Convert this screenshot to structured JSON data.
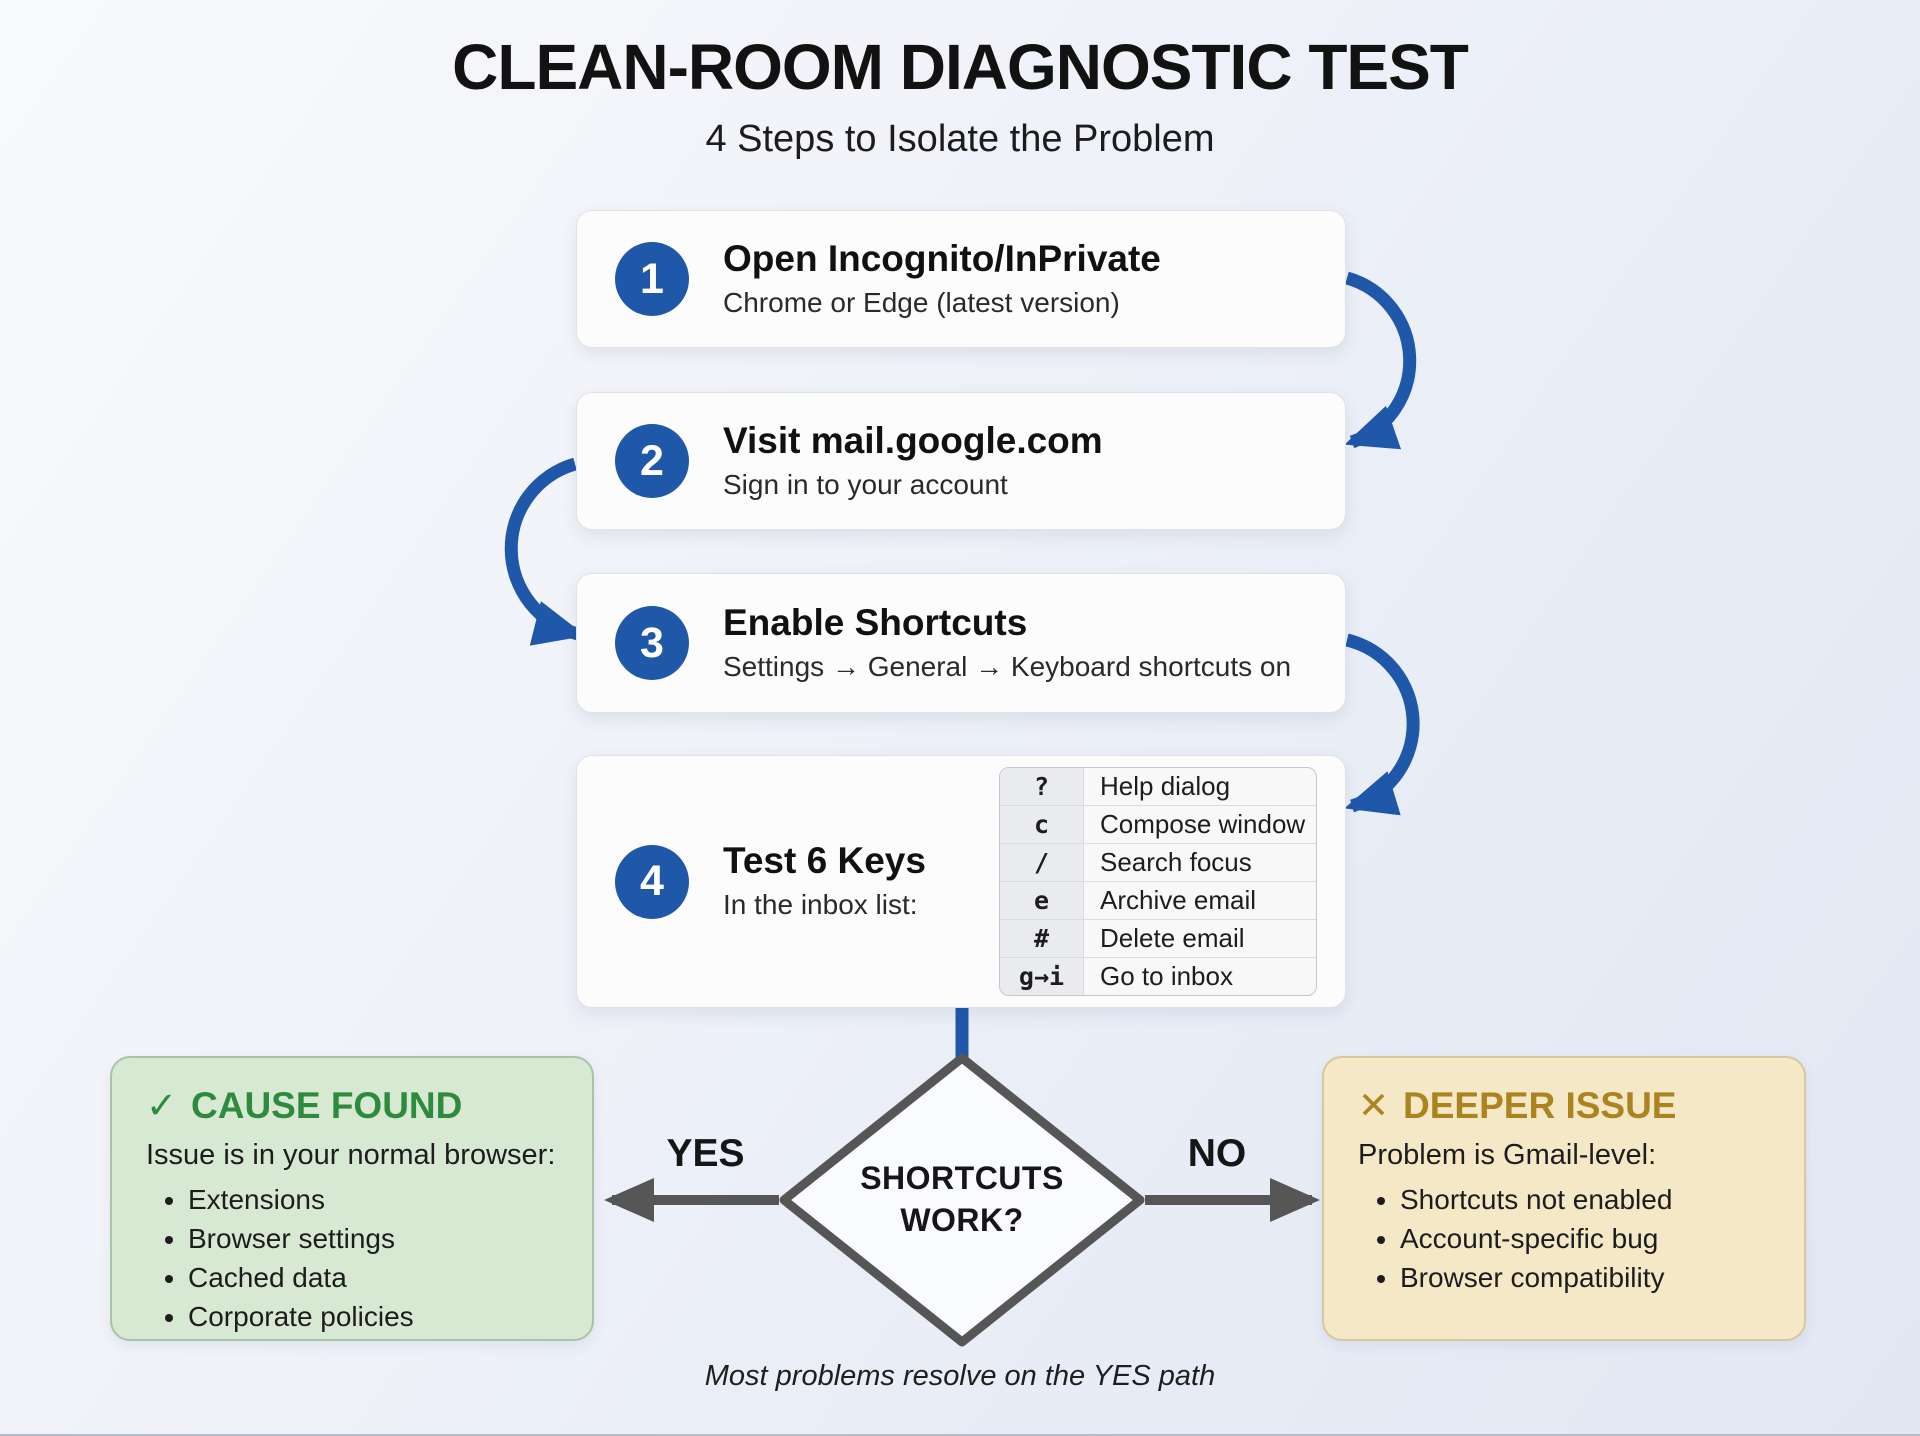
{
  "header": {
    "title": "CLEAN-ROOM DIAGNOSTIC TEST",
    "subtitle": "4 Steps to Isolate the Problem"
  },
  "steps": [
    {
      "number": "1",
      "title": "Open Incognito/InPrivate",
      "subtitle": "Chrome or Edge (latest version)"
    },
    {
      "number": "2",
      "title": "Visit mail.google.com",
      "subtitle": "Sign in to your account"
    },
    {
      "number": "3",
      "title": "Enable Shortcuts",
      "subtitle": "Settings → General → Keyboard shortcuts on"
    },
    {
      "number": "4",
      "title": "Test 6 Keys",
      "subtitle": "In the inbox list:"
    }
  ],
  "shortcut_table": {
    "rows": [
      {
        "key": "?",
        "action": "Help dialog"
      },
      {
        "key": "c",
        "action": "Compose window"
      },
      {
        "key": "/",
        "action": "Search focus"
      },
      {
        "key": "e",
        "action": "Archive email"
      },
      {
        "key": "#",
        "action": "Delete email"
      },
      {
        "key": "g→i",
        "action": "Go to inbox"
      }
    ]
  },
  "decision": {
    "line1": "SHORTCUTS",
    "line2": "WORK?",
    "yes_label": "YES",
    "no_label": "NO"
  },
  "outcomes": {
    "yes": {
      "icon": "✓",
      "heading": "CAUSE FOUND",
      "lead": "Issue is in your normal browser:",
      "bullets": [
        "Extensions",
        "Browser settings",
        "Cached data",
        "Corporate policies"
      ]
    },
    "no": {
      "icon": "✕",
      "heading": "DEEPER ISSUE",
      "lead": "Problem is Gmail-level:",
      "bullets": [
        "Shortcuts not enabled",
        "Account-specific bug",
        "Browser compatibility"
      ]
    }
  },
  "footnote": "Most problems resolve on the YES path",
  "colors": {
    "accent_blue": "#1f57a9",
    "connector_gray": "#565656",
    "green_heading": "#2e8b3d",
    "gold_heading": "#ab8420",
    "green_bg": "#d7e8d3",
    "tan_bg": "#f5e8c7"
  }
}
